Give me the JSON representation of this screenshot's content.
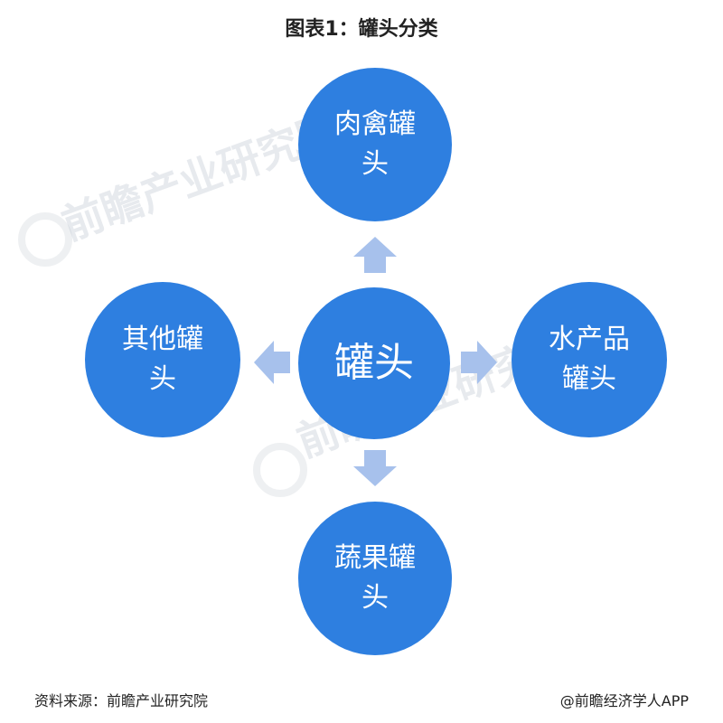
{
  "title": "图表1：罐头分类",
  "center": {
    "label": "罐头"
  },
  "nodes": {
    "top": "肉禽罐头",
    "left": "其他罐头",
    "right": "水产品罐头",
    "bottom": "蔬果罐头"
  },
  "watermark": {
    "text": "前瞻产业研究院"
  },
  "footer": {
    "source": "资料来源：前瞻产业研究院",
    "brand": "@前瞻经济学人APP"
  },
  "colors": {
    "circle": "#2e7fe0",
    "arrow": "#a7c1ec"
  }
}
